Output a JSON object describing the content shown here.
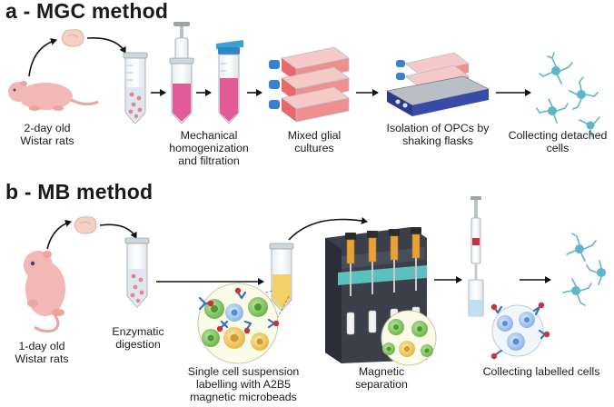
{
  "section_a": {
    "title": "a - MGC method",
    "labels": {
      "rats": [
        "2-day old",
        "Wistar rats"
      ],
      "homogenization": [
        "Mechanical",
        "homogenization",
        "and filtration"
      ],
      "mixed": [
        "Mixed glial",
        "cultures"
      ],
      "isolation": [
        "Isolation of OPCs by",
        "shaking flasks"
      ],
      "collecting": [
        "Collecting detached",
        "cells"
      ]
    }
  },
  "section_b": {
    "title": "b - MB method",
    "labels": {
      "rats": [
        "1-day old",
        "Wistar rats"
      ],
      "digestion": [
        "Enzymatic",
        "digestion"
      ],
      "suspension": [
        "Single cell suspension",
        "labelling with A2B5",
        "magnetic microbeads"
      ],
      "separation": [
        "Magnetic",
        "separation"
      ],
      "collecting": [
        "Collecting labelled cells"
      ]
    }
  },
  "colors": {
    "arrow": "#111111",
    "rat_skin": "#f2b8b5",
    "tissue": "#f3d0c4",
    "tube_fill_pink": "#e25a97",
    "flask_fill": "#e8696b",
    "flask_cap": "#3a7fd0",
    "cell_teal": "#5fb6c8",
    "yellow_fill": "#f4d06a",
    "bead_red": "#c8323c",
    "antibody_blue": "#3b6fc0",
    "magnet_teal": "#5cc0bc",
    "stand_dark": "#3b3f4a"
  }
}
